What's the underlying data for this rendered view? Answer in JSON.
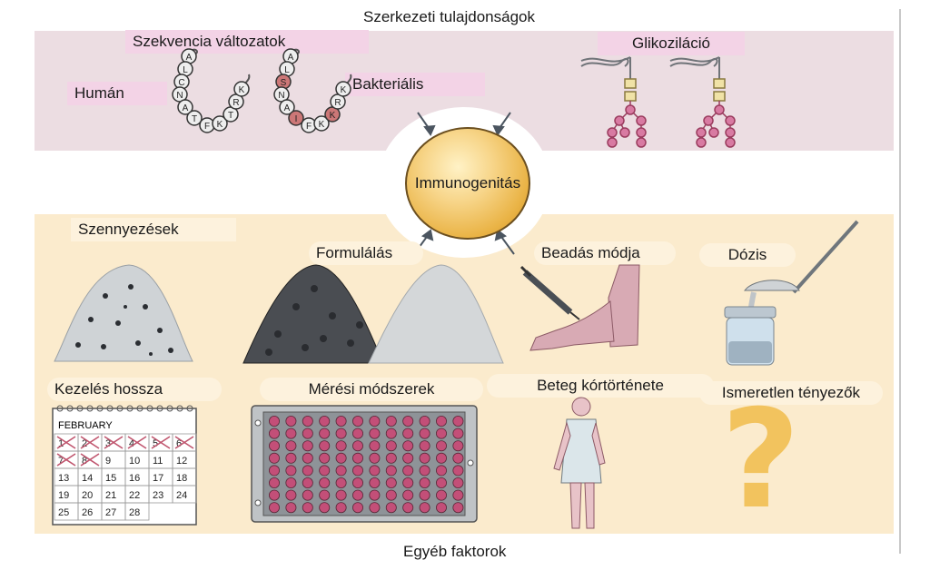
{
  "titles": {
    "top": "Szerkezeti tulajdonságok",
    "bottom": "Egyéb faktorok"
  },
  "center": {
    "label": "Immunogenitás"
  },
  "structural": {
    "sequence_variants": "Szekvencia változatok",
    "human": "Humán",
    "bacterial": "Bakteriális",
    "glycosylation": "Glikoziláció"
  },
  "peptides": {
    "human": [
      "A",
      "L",
      "C",
      "N",
      "A",
      "T",
      "F",
      "K",
      "T",
      "R",
      "K"
    ],
    "bacterial": [
      "A",
      "L",
      "S",
      "N",
      "A",
      "I",
      "F",
      "K",
      "K",
      "R",
      "K"
    ]
  },
  "factors": {
    "impurities": "Szennyezések",
    "formulation": "Formulálás",
    "route": "Beadás módja",
    "dose": "Dózis",
    "duration": "Kezelés hossza",
    "assays": "Mérési módszerek",
    "history": "Beteg kórtörténete",
    "unknown": "Ismeretlen tényezők"
  },
  "calendar": {
    "month": "FEBRUARY",
    "days": [
      "1",
      "2",
      "3",
      "4",
      "5",
      "6",
      "7",
      "8",
      "9",
      "10",
      "11",
      "12",
      "13",
      "14",
      "15",
      "16",
      "17",
      "18",
      "19",
      "20",
      "21",
      "22",
      "23",
      "24",
      "25",
      "26",
      "27",
      "28"
    ],
    "crossed_through": 8
  },
  "unknown_symbol": "?",
  "colors": {
    "top_band": "#ecdde2",
    "bottom_band": "#fbebcd",
    "sphere": "#f2c35e",
    "plate_well": "#c34f78",
    "question_mark": "#f2c35e"
  }
}
